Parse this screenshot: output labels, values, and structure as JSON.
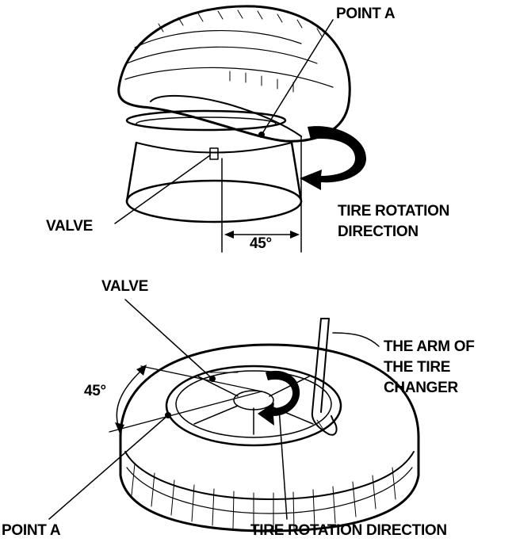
{
  "top_view": {
    "point_a": "POINT A",
    "valve": "VALVE",
    "rotation_line1": "TIRE ROTATION",
    "rotation_line2": "DIRECTION",
    "angle": "45°"
  },
  "bottom_view": {
    "valve": "VALVE",
    "angle": "45°",
    "arm_line1": "THE ARM OF",
    "arm_line2": "THE TIRE",
    "arm_line3": "CHANGER",
    "point_a": "POINT A",
    "rotation": "TIRE ROTATION DIRECTION"
  }
}
